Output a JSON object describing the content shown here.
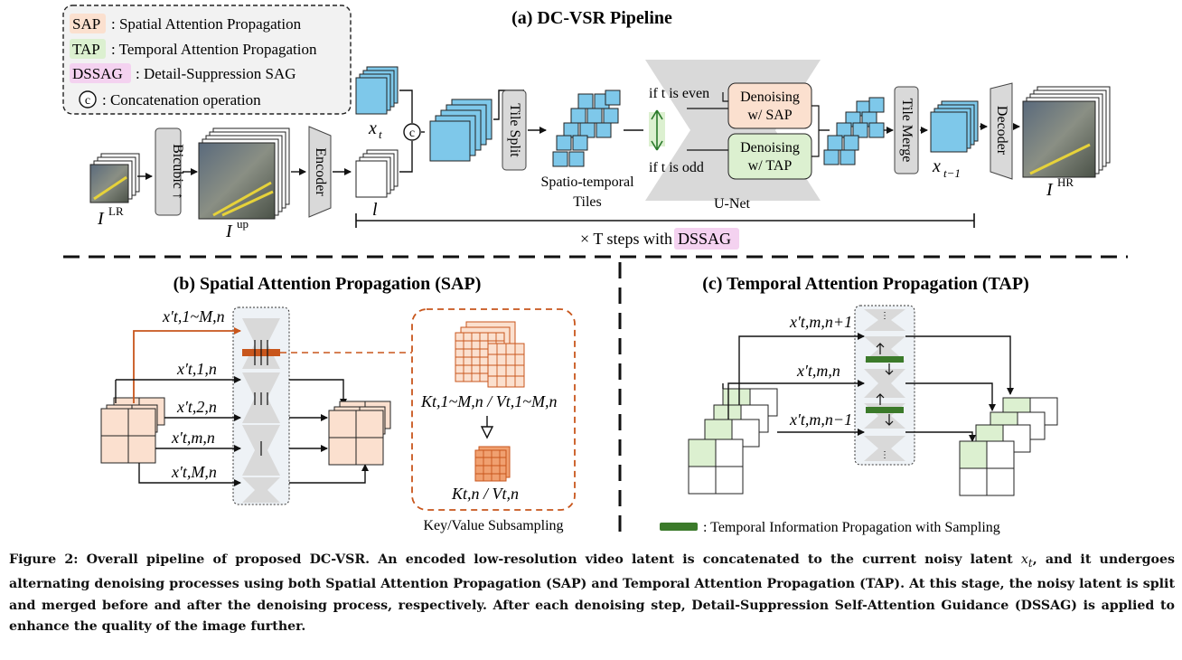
{
  "legend": {
    "sap_abbr": "SAP",
    "sap_desc": ": Spatial Attention Propagation",
    "tap_abbr": "TAP",
    "tap_desc": ": Temporal Attention Propagation",
    "dssag_abbr": "DSSAG",
    "dssag_desc": ": Detail-Suppression SAG",
    "concat_symbol": "c",
    "concat_desc": ": Concatenation operation"
  },
  "panel_a": {
    "title": "(a) DC-VSR Pipeline",
    "bicubic_label": "Bicubic ↑",
    "encoder_label": "Encoder",
    "tile_split_label": "Tile Split",
    "tile_merge_label": "Tile Merge",
    "decoder_label": "Decoder",
    "i_lr": "I",
    "i_lr_sup": "LR",
    "i_up": "I",
    "i_up_sup": "up",
    "i_hr": "I",
    "i_hr_sup": "HR",
    "x_t": "x",
    "x_t_sub": "t",
    "l_label": "l",
    "x_tm1": "x",
    "x_tm1_sub": "t−1",
    "spatio_temporal_1": "Spatio-temporal",
    "spatio_temporal_2": "Tiles",
    "if_even": "if t is even",
    "if_odd": "if t is odd",
    "denoise_sap_1": "Denoising",
    "denoise_sap_2": "w/ SAP",
    "denoise_tap_1": "Denoising",
    "denoise_tap_2": "w/ TAP",
    "unet_label": "U-Net",
    "steps_prefix": "× T  steps with",
    "steps_dssag": "DSSAG"
  },
  "panel_b": {
    "title": "(b) Spatial Attention Propagation (SAP)",
    "labels": [
      "x′t,1~M,n",
      "x′t,1,n",
      "x′t,2,n",
      "x′t,m,n",
      "x′t,M,n"
    ],
    "kv_full": "Kt,1~M,n / Vt,1~M,n",
    "kv_sub": "Kt,n / Vt,n",
    "subsampling": "Key/Value Subsampling"
  },
  "panel_c": {
    "title": "(c) Temporal Attention Propagation (TAP)",
    "labels": [
      "x′t,m,n+1",
      "x′t,m,n",
      "x′t,m,n−1"
    ],
    "legend_text": ": Temporal Information Propagation with Sampling"
  },
  "caption": {
    "p1": "Figure 2: Overall pipeline of proposed DC-VSR. An encoded low-resolution video latent is concatenated to the current noisy latent ",
    "xt": "x",
    "xt_sub": "t",
    "p2": ", and it undergoes alternating denoising processes using both Spatial Attention Propagation (SAP) and Temporal Attention Propagation (TAP). At this stage, the noisy latent is split and merged before and after the denoising process, respectively. After each denoising step, Detail-Suppression Self-Attention Guidance (DSSAG) is applied to enhance the quality of the image further."
  },
  "colors": {
    "sap": "#fbe0cf",
    "tap": "#dcf0d0",
    "dssag": "#f4d2f0",
    "latent_blue": "#7ec8ea",
    "gray_block": "#d9d9d9",
    "orange": "#c8561c",
    "green_bar": "#3b7a2a"
  }
}
